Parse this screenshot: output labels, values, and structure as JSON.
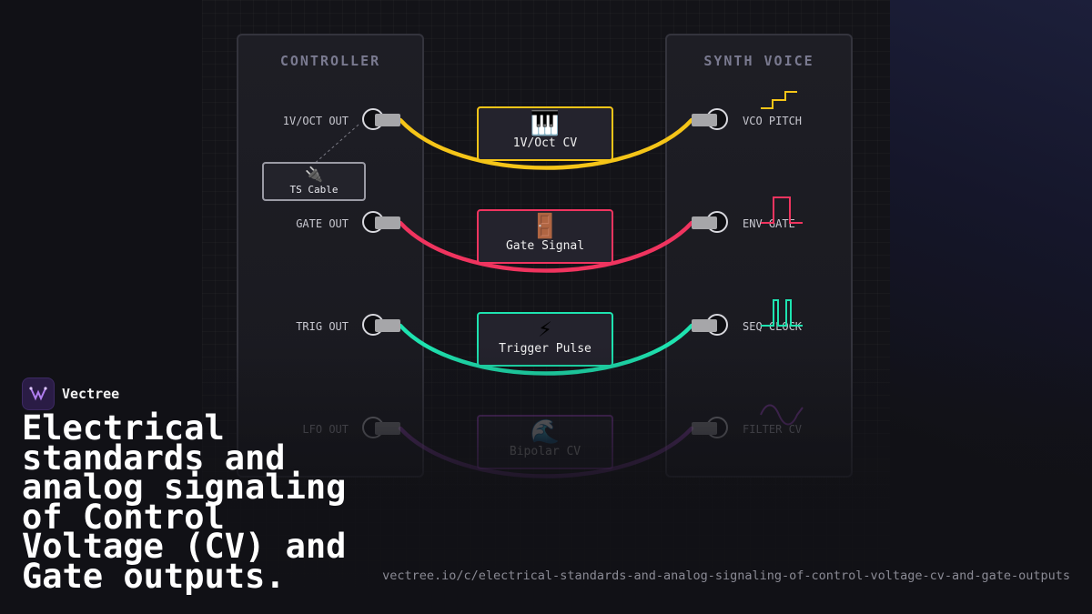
{
  "left_panel": {
    "title": "CONTROLLER"
  },
  "right_panel": {
    "title": "SYNTH VOICE"
  },
  "rows": [
    {
      "out_label": "1V/OCT OUT",
      "in_label": "VCO PITCH",
      "cable_icon": "🎹",
      "cable_label": "1V/Oct CV",
      "color": "#f5c518",
      "waveform": "staircase",
      "dimmed": false
    },
    {
      "out_label": "GATE OUT",
      "in_label": "ENV GATE",
      "cable_icon": "🚪",
      "cable_label": "Gate Signal",
      "color": "#f0345f",
      "waveform": "gate",
      "dimmed": false
    },
    {
      "out_label": "TRIG OUT",
      "in_label": "SEQ CLOCK",
      "cable_icon": "⚡",
      "cable_label": "Trigger Pulse",
      "color": "#1ee3b0",
      "waveform": "triggers",
      "dimmed": false
    },
    {
      "out_label": "LFO OUT",
      "in_label": "FILTER CV",
      "cable_icon": "🌊",
      "cable_label": "Bipolar CV",
      "color": "#a046c8",
      "waveform": "sine",
      "dimmed": true
    }
  ],
  "ts_cable": {
    "icon": "🔌",
    "label": "TS Cable"
  },
  "brand": {
    "name": "Vectree",
    "logo_icon": "vectree-logo-icon"
  },
  "headline": "Electrical standards and analog signaling of Control Voltage (CV) and Gate outputs.",
  "url": "vectree.io/c/electrical-standards-and-analog-signaling-of-control-voltage-cv-and-gate-outputs"
}
